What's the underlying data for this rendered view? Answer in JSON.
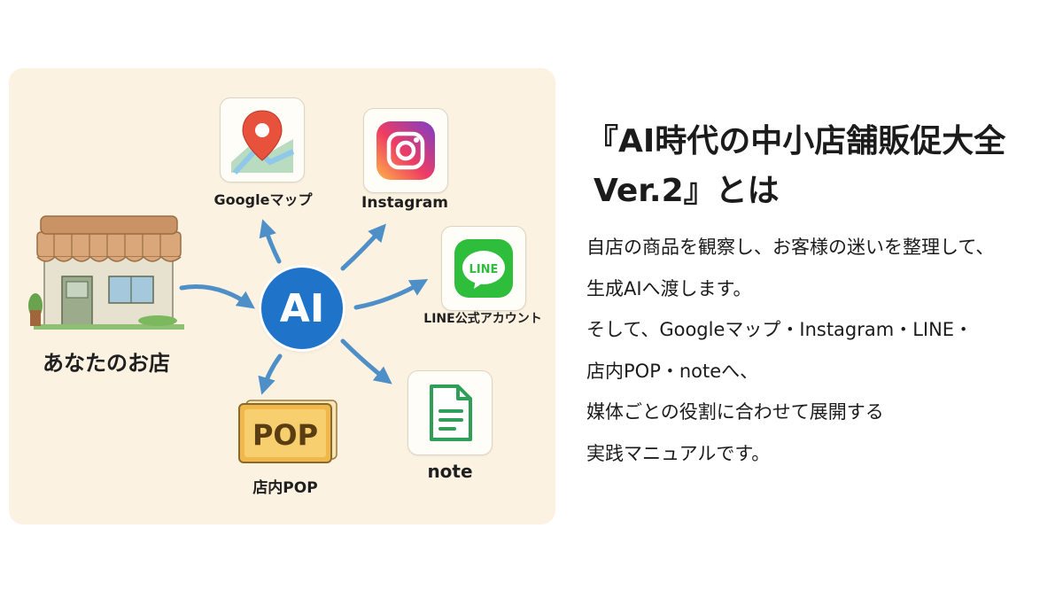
{
  "diagram": {
    "center_label": "AI",
    "store_label": "あなたのお店",
    "destinations": {
      "google_maps": "Googleマップ",
      "instagram": "Instagram",
      "line": "LINE公式アカウント",
      "note": "note",
      "pop": "店内POP"
    },
    "line_icon_text": "LINE",
    "pop_sign_text": "POP"
  },
  "title": {
    "line1": "『AI時代の中小店舗販促大全",
    "line2": "Ver.2』とは"
  },
  "description": [
    "自店の商品を観察し、お客様の迷いを整理して、",
    "生成AIへ渡します。",
    "そして、Googleマップ・Instagram・LINE・",
    "店内POP・noteへ、",
    "媒体ごとの役割に合わせて展開する",
    "実践マニュアルです。"
  ],
  "colors": {
    "panel_bg": "#fbf2e1",
    "ai_blue": "#1f73c9",
    "arrow_blue": "#4f8fc8",
    "line_green": "#2fbd3c",
    "note_green": "#2e9e58",
    "map_pin_red": "#e8513b",
    "pop_orange": "#f0b84a"
  }
}
